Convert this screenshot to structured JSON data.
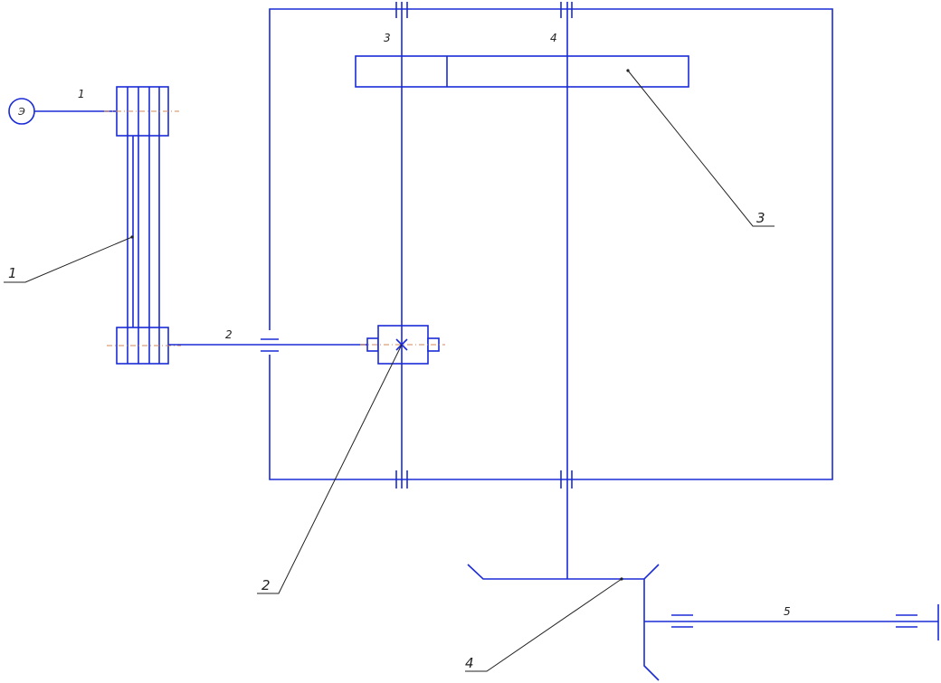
{
  "motor": {
    "symbol": "Э"
  },
  "shaft_labels": [
    "1",
    "2",
    "3",
    "4",
    "5"
  ],
  "callouts": [
    "1",
    "2",
    "3",
    "4"
  ],
  "colors": {
    "lines": "#1a2bd6",
    "leaders": "#222222",
    "axis": "#d08a5a"
  }
}
